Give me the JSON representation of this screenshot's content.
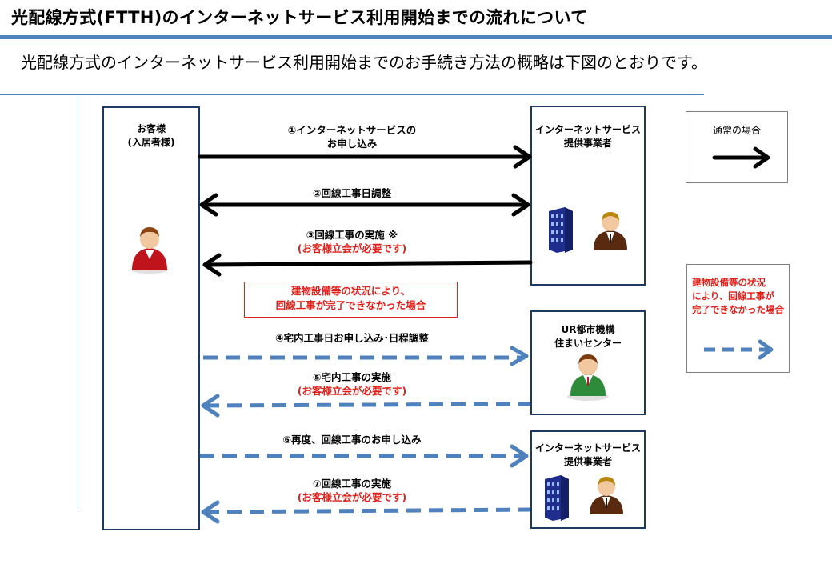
{
  "header": {
    "title": "光配線方式(FTTH)のインターネットサービス利用開始までの流れについて",
    "subtitle": "光配線方式のインターネットサービス利用開始までのお手続き方法の概略は下図のとおりです。"
  },
  "actors": {
    "customer": {
      "line1": "お客様",
      "line2": "(入居者様)"
    },
    "provider_top": {
      "line1": "インターネットサービス",
      "line2": "提供事業者"
    },
    "ur": {
      "line1": "UR都市機構",
      "line2": "住まいセンター"
    },
    "provider_bottom": {
      "line1": "インターネットサービス",
      "line2": "提供事業者"
    }
  },
  "steps": [
    {
      "line1": "①インターネットサービスの",
      "line2": "お申し込み"
    },
    {
      "line1": "②回線工事日調整"
    },
    {
      "line1": "③回線工事の実施 ※",
      "line2": "(お客様立会が必要です)"
    },
    {
      "line1": "④宅内工事日お申し込み･日程調整"
    },
    {
      "line1": "⑤宅内工事の実施",
      "line2": "(お客様立会が必要です)"
    },
    {
      "line1": "⑥再度、回線工事のお申し込み"
    },
    {
      "line1": "⑦回線工事の実施",
      "line2": "(お客様立会が必要です)"
    }
  ],
  "condition_note": {
    "line1": "建物設備等の状況により、",
    "line2": "回線工事が完了できなかった場合"
  },
  "legend": {
    "normal": "通常の場合",
    "exception": {
      "line1": "建物設備等の状況",
      "line2": "により、回線工事が",
      "line3": "完了できなかった場合"
    }
  },
  "colors": {
    "accent": "#4f81bd",
    "dashed_arrow": "#4f81bd",
    "solid_arrow": "#000000",
    "note_red": "#e0201b",
    "box_border": "#1f3a5f"
  }
}
